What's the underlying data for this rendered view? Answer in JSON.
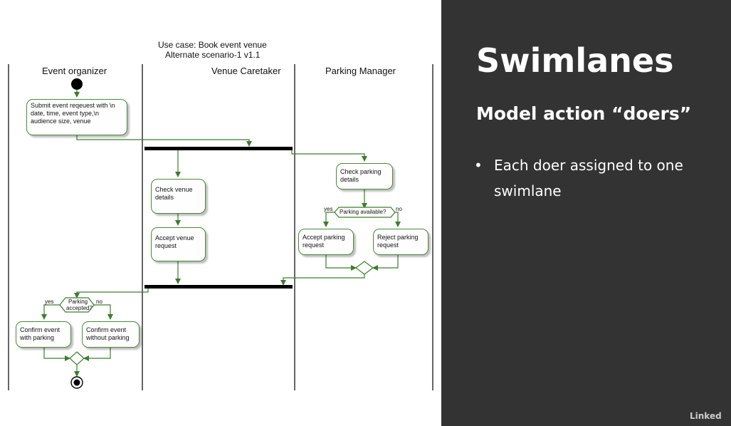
{
  "diagram": {
    "title_line1": "Use case: Book event venue",
    "title_line2": "Alternate scenario-1 v1.1",
    "lanes": [
      "Event organizer",
      "Venue Caretaker",
      "Parking Manager"
    ],
    "activities": {
      "submit": [
        "Submit event reqeuest with \\n",
        "date, time, event type,\\n",
        "audience size, venue"
      ],
      "check_venue": [
        "Check venue",
        "details"
      ],
      "accept_venue": [
        "Accept venue",
        "request"
      ],
      "check_parking": [
        "Check parking",
        "details"
      ],
      "accept_parking": [
        "Accept parking",
        "request"
      ],
      "reject_parking": [
        "Reject parking",
        "request"
      ],
      "confirm_with": [
        "Confirm event",
        "with parking"
      ],
      "confirm_without": [
        "Confirm event",
        "without parking"
      ]
    },
    "decisions": {
      "parking_available": {
        "text": "Parking available?",
        "yes": "yes",
        "no": "no"
      },
      "parking_accepted": {
        "line1": "Parking",
        "line2": "accepted?",
        "yes": "yes",
        "no": "no"
      }
    },
    "colors": {
      "flow": "#3c7d2c",
      "bar": "#000000"
    }
  },
  "slide": {
    "title": "Swimlanes",
    "subtitle": "Model action “doers”",
    "bullet_symbol": "•",
    "bullet_text": "Each doer assigned to one swimlane",
    "logo": "Linked",
    "background": "#333333"
  }
}
